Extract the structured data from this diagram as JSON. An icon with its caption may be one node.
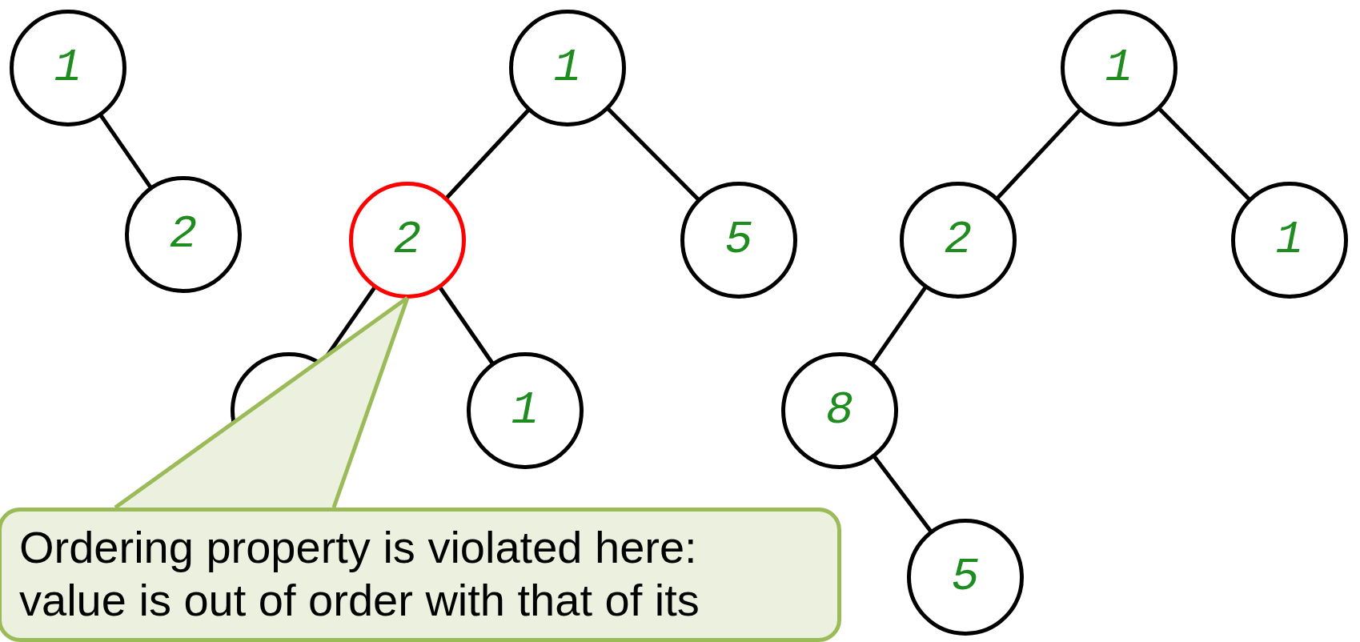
{
  "diagram": {
    "nodes": [
      {
        "text": [
          "1"
        ]
      },
      {
        "text": [
          "2"
        ]
      },
      {
        "text": [
          "1"
        ]
      },
      {
        "text": [
          "2"
        ]
      },
      {
        "text": [
          "5"
        ]
      },
      {
        "text": [],
        "shape": "circle"
      },
      {
        "text": [
          "1"
        ]
      },
      {
        "text": [
          "1"
        ]
      },
      {
        "text": [
          "2"
        ]
      },
      {
        "text": [
          "1"
        ]
      },
      {
        "text": [
          "8"
        ]
      },
      {
        "text": [
          "5"
        ]
      },
      {
        "text": [
          "Ordering property is violated here: value is out of order with that of its"
        ]
      }
    ],
    "edges": [
      {
        "from": 0,
        "to": 1,
        "arrow": "none"
      },
      {
        "from": 2,
        "to": 3,
        "arrow": "none"
      },
      {
        "from": 2,
        "to": 4,
        "arrow": "none"
      },
      {
        "from": 3,
        "to": 5,
        "arrow": "none"
      },
      {
        "from": 3,
        "to": 6,
        "arrow": "none"
      },
      {
        "from": 7,
        "to": 8,
        "arrow": "none"
      },
      {
        "from": 7,
        "to": 9,
        "arrow": "none"
      },
      {
        "from": 8,
        "to": 10,
        "arrow": "none"
      },
      {
        "from": 10,
        "to": 11,
        "arrow": "none"
      },
      {
        "from": 12,
        "to": 3,
        "arrow": "none",
        "color": "#9bbb59"
      }
    ]
  }
}
